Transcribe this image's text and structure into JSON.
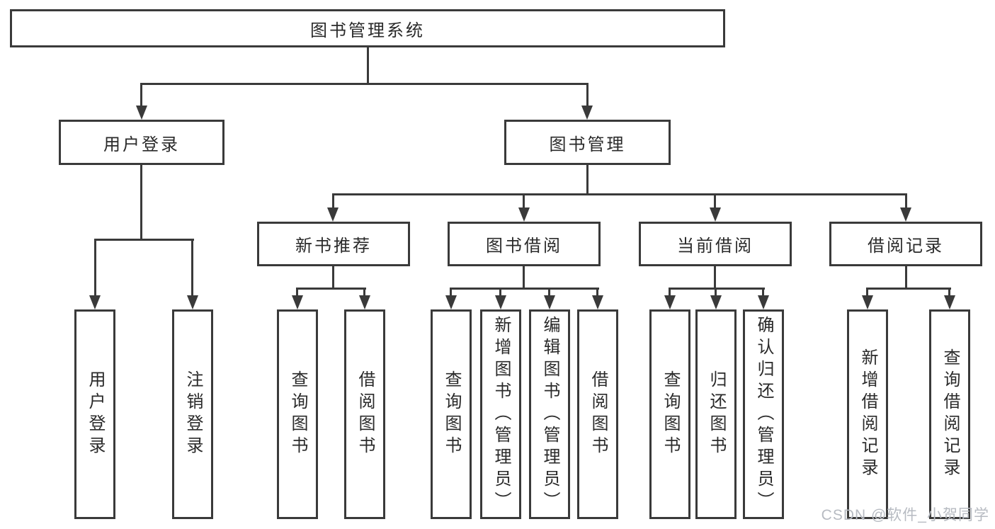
{
  "colors": {
    "stroke": "#3a3a3a",
    "text": "#2a2a2a",
    "watermark_text": "#b7bbc2",
    "background": "#ffffff"
  },
  "nodes": {
    "root": "图书管理系统",
    "l2": {
      "login": "用户登录",
      "mgmt": "图书管理"
    },
    "l3": {
      "recommend": "新书推荐",
      "borrow": "图书借阅",
      "current": "当前借阅",
      "records": "借阅记录"
    },
    "l4": {
      "login_user": "用户登录",
      "login_logout": "注销登录",
      "rec_query": "查询图书",
      "rec_borrow": "借阅图书",
      "bor_query": "查询图书",
      "bor_add": "新增图书（管理员）",
      "bor_edit": "编辑图书（管理员）",
      "bor_borrow": "借阅图书",
      "cur_query": "查询图书",
      "cur_return": "归还图书",
      "cur_confirm": "确认归还（管理员）",
      "rcd_add": "新增借阅记录",
      "rcd_query": "查询借阅记录"
    }
  },
  "watermark": {
    "text": "CSDN @软件_小贺同学"
  }
}
